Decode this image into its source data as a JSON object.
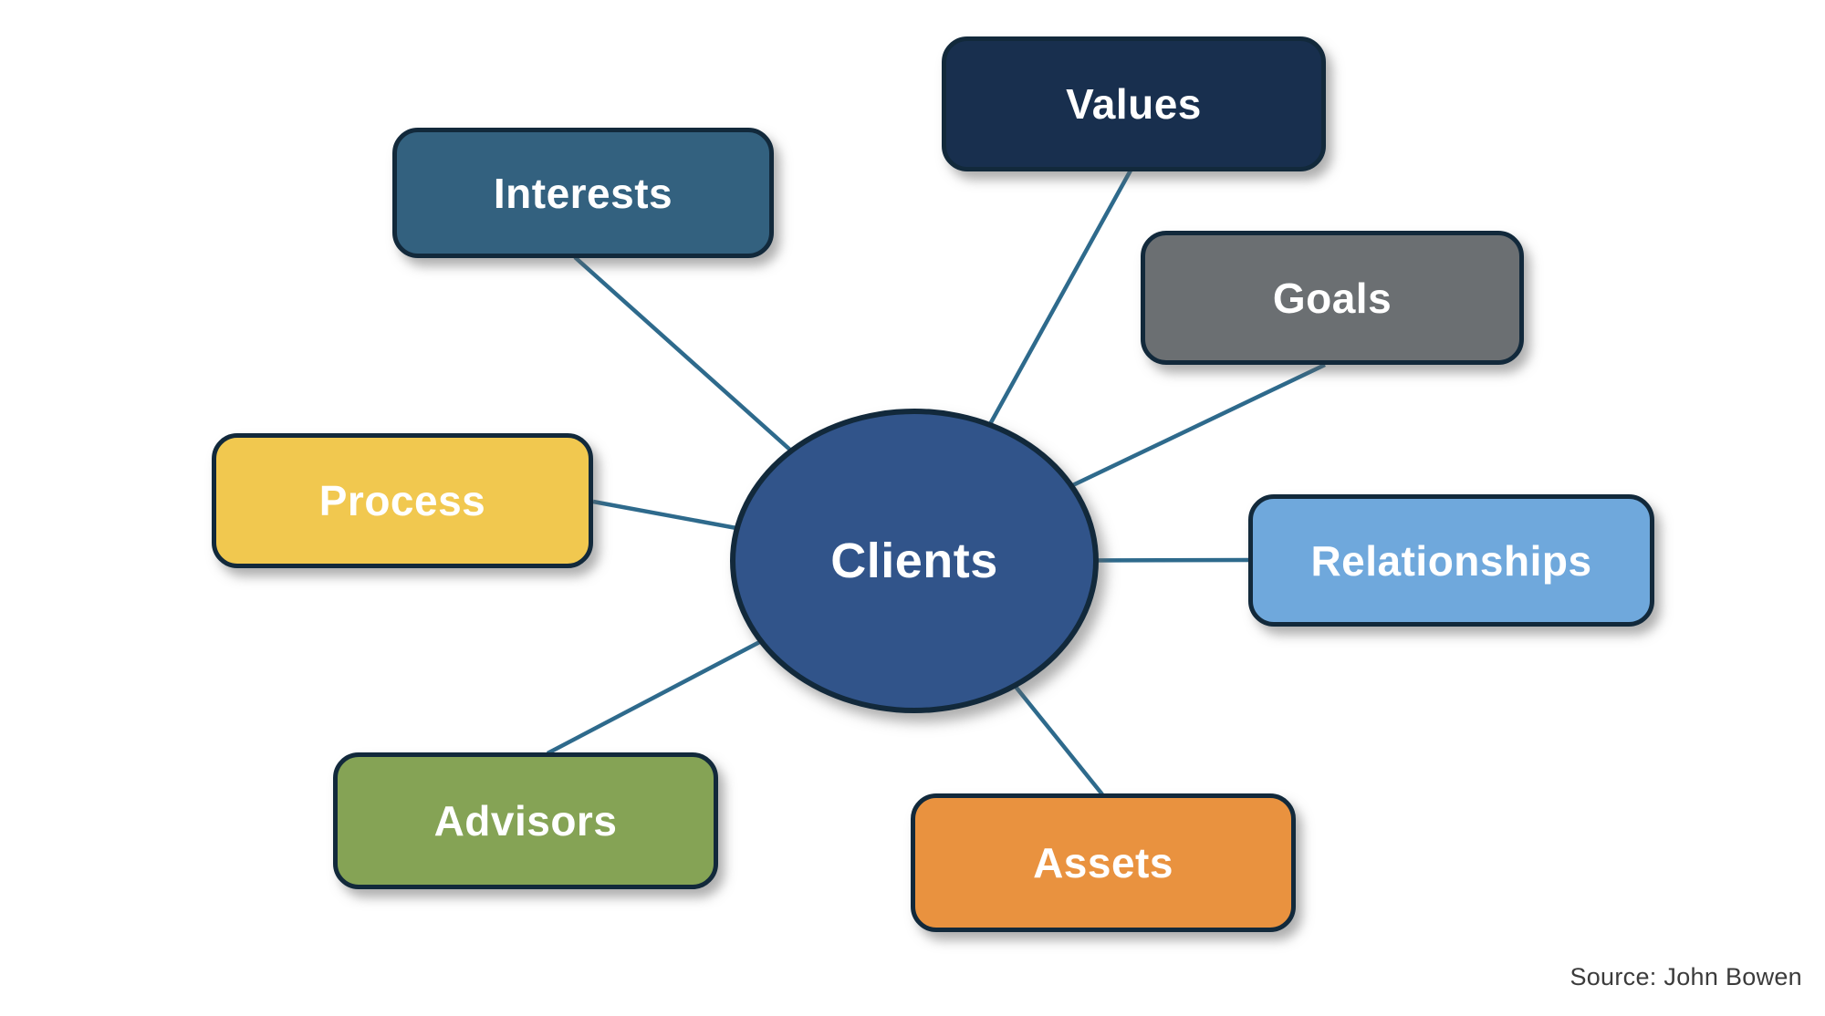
{
  "diagram": {
    "background_color": "#FFFFFF",
    "connector_color": "#2E6A8C",
    "node_border_color": "#12293B",
    "node_text_color": "#FFFFFF",
    "center_node": {
      "label": "Clients",
      "fill": "#31548A"
    },
    "nodes": [
      {
        "id": "values",
        "label": "Values",
        "fill": "#182F4E"
      },
      {
        "id": "interests",
        "label": "Interests",
        "fill": "#33617F"
      },
      {
        "id": "goals",
        "label": "Goals",
        "fill": "#6B6F72"
      },
      {
        "id": "process",
        "label": "Process",
        "fill": "#F1C84F"
      },
      {
        "id": "relationships",
        "label": "Relationships",
        "fill": "#6FA8DC"
      },
      {
        "id": "advisors",
        "label": "Advisors",
        "fill": "#85A355"
      },
      {
        "id": "assets",
        "label": "Assets",
        "fill": "#E9923F"
      }
    ],
    "source_note": "Source: John Bowen"
  }
}
